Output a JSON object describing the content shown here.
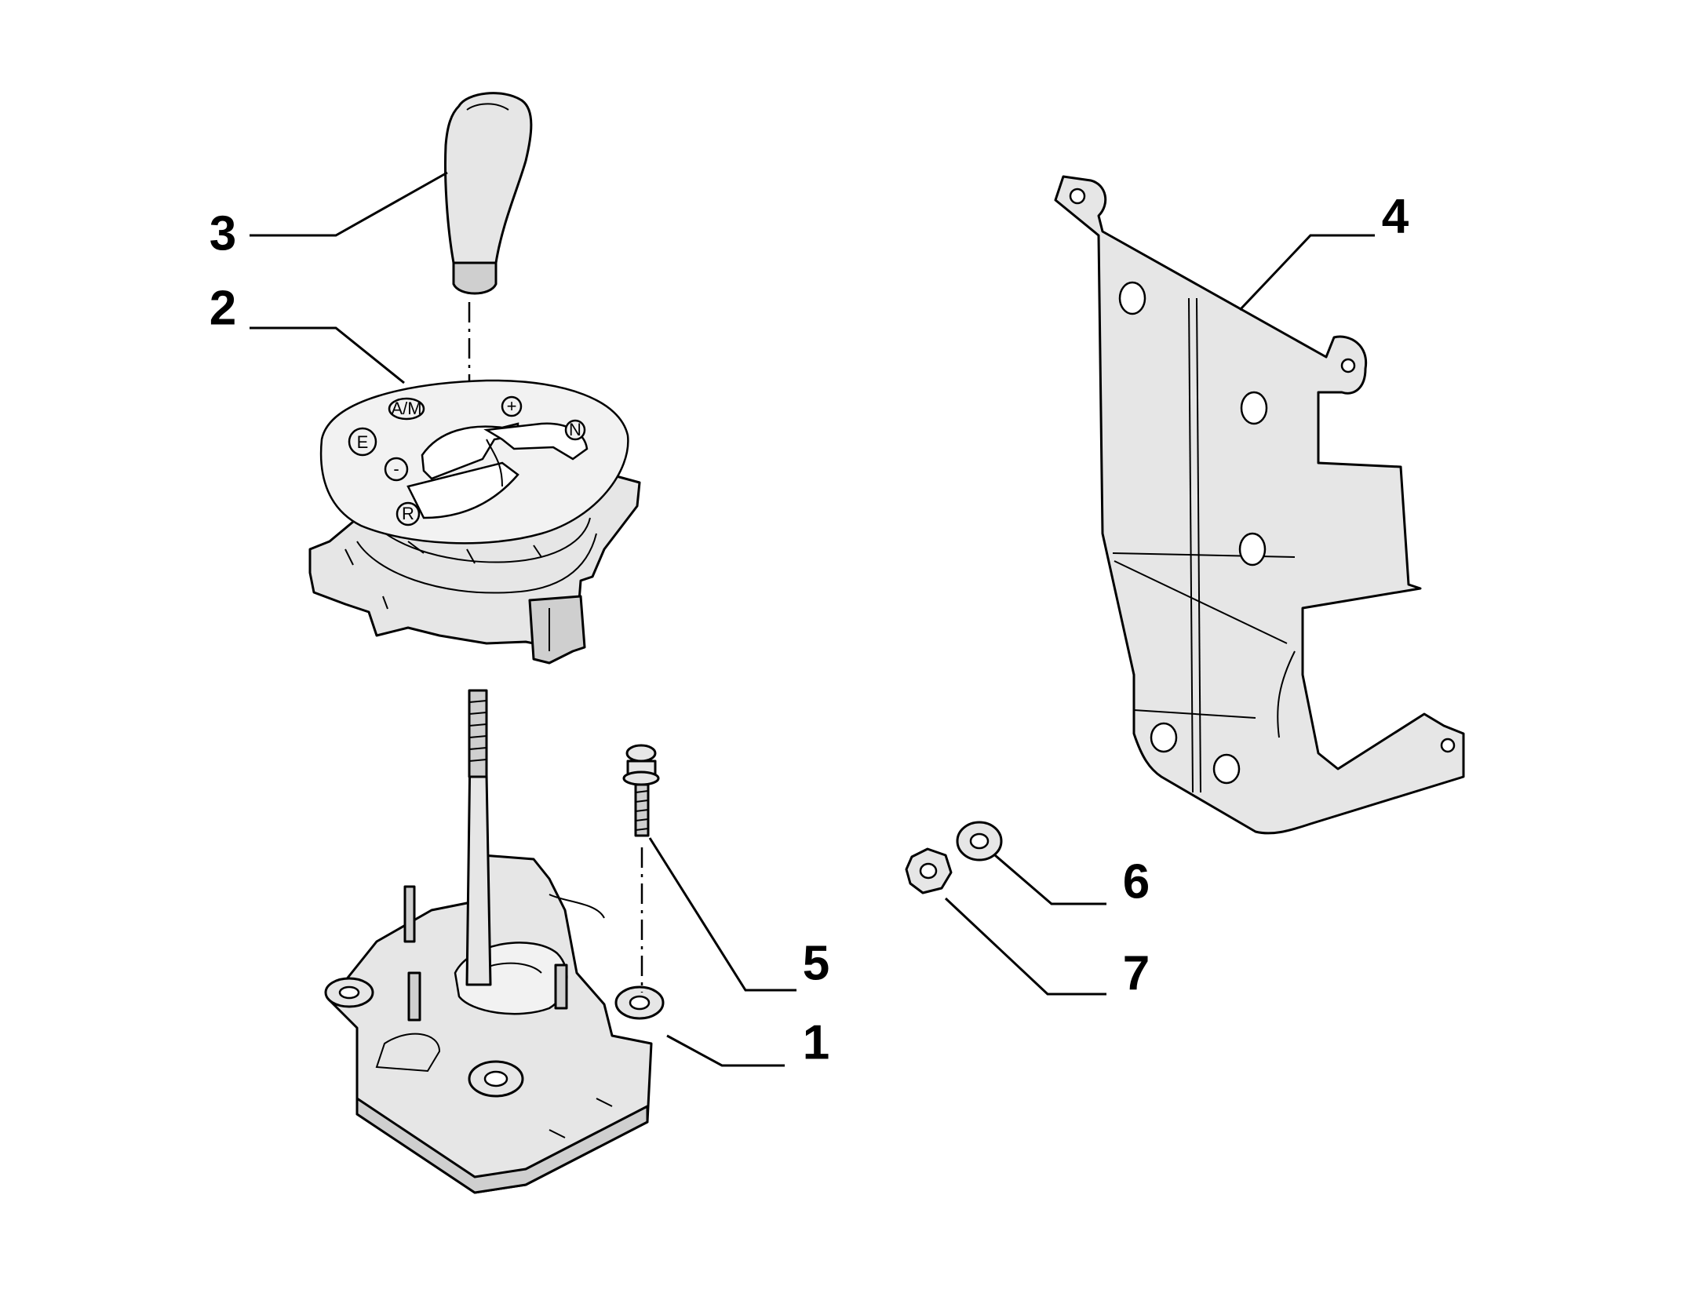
{
  "callouts": [
    {
      "id": "1",
      "label": "1"
    },
    {
      "id": "2",
      "label": "2"
    },
    {
      "id": "3",
      "label": "3"
    },
    {
      "id": "4",
      "label": "4"
    },
    {
      "id": "5",
      "label": "5"
    },
    {
      "id": "6",
      "label": "6"
    },
    {
      "id": "7",
      "label": "7"
    }
  ],
  "gate_labels": {
    "e": "E",
    "am": "A/M",
    "minus": "-",
    "plus": "+",
    "n": "N",
    "r": "R"
  },
  "colors": {
    "line": "#000000",
    "fill": "#e6e6e6",
    "background": "#ffffff"
  }
}
